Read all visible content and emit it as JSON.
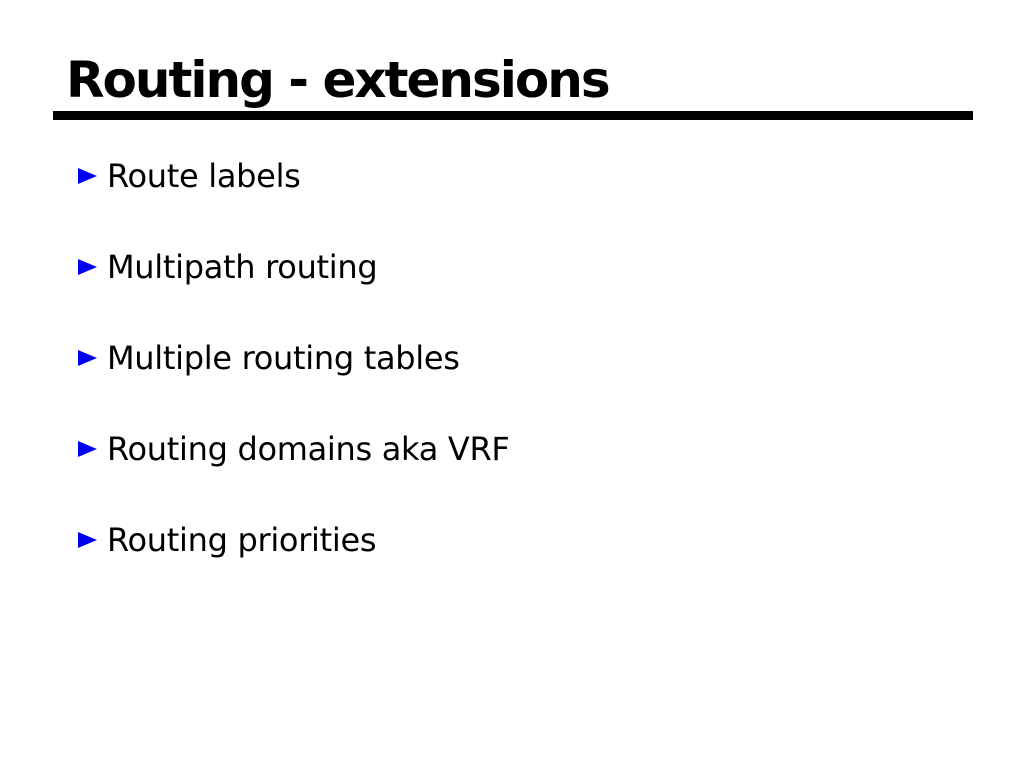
{
  "slide": {
    "title": "Routing - extensions",
    "bullets": [
      {
        "label": "Route labels"
      },
      {
        "label": "Multipath routing"
      },
      {
        "label": "Multiple routing tables"
      },
      {
        "label": "Routing domains aka VRF"
      },
      {
        "label": "Routing priorities"
      }
    ],
    "layout": {
      "bullet_row_tops": [
        154,
        245,
        336,
        427,
        518
      ]
    },
    "colors": {
      "background": "#ffffff",
      "text": "#000000",
      "bullet_marker": "#0000ee",
      "title_rule": "#000000"
    }
  }
}
